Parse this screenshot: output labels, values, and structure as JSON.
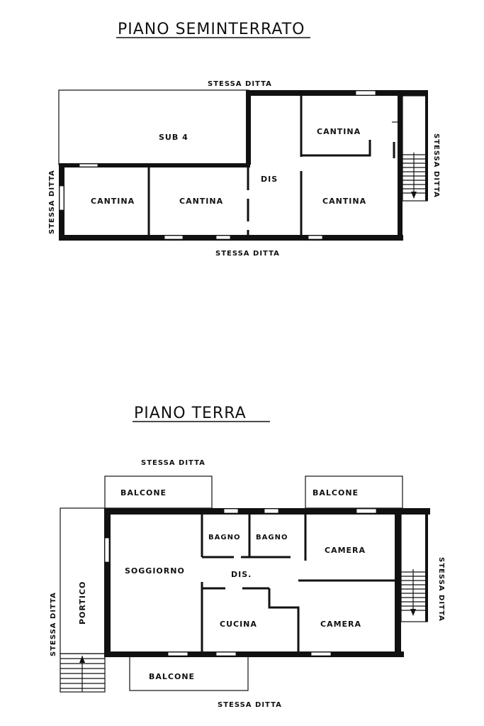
{
  "seminterrato": {
    "title": "PIANO SEMINTERRATO",
    "labels": {
      "stessa_top": "STESSA DITTA",
      "stessa_bottom": "STESSA DITTA",
      "stessa_left": "STESSA DITTA",
      "stessa_right": "STESSA DITTA",
      "sub4": "SUB 4",
      "cantina_left": "CANTINA",
      "cantina_mid": "CANTINA",
      "dis": "DIS",
      "cantina_top_right": "CANTINA",
      "cantina_bottom_right": "CANTINA"
    }
  },
  "terra": {
    "title": "PIANO TERRA",
    "labels": {
      "stessa_top": "STESSA DITTA",
      "stessa_bottom": "STESSA DITTA",
      "stessa_left": "STESSA DITTA",
      "stessa_right": "STESSA DITTA",
      "balcone_top_left": "BALCONE",
      "balcone_top_right": "BALCONE",
      "balcone_bottom": "BALCONE",
      "portico": "PORTICO",
      "soggiorno": "SOGGIORNO",
      "bagno1": "BAGNO",
      "bagno2": "BAGNO",
      "dis": "DIS.",
      "cucina": "CUCINA",
      "camera_top": "CAMERA",
      "camera_bottom": "CAMERA"
    }
  }
}
